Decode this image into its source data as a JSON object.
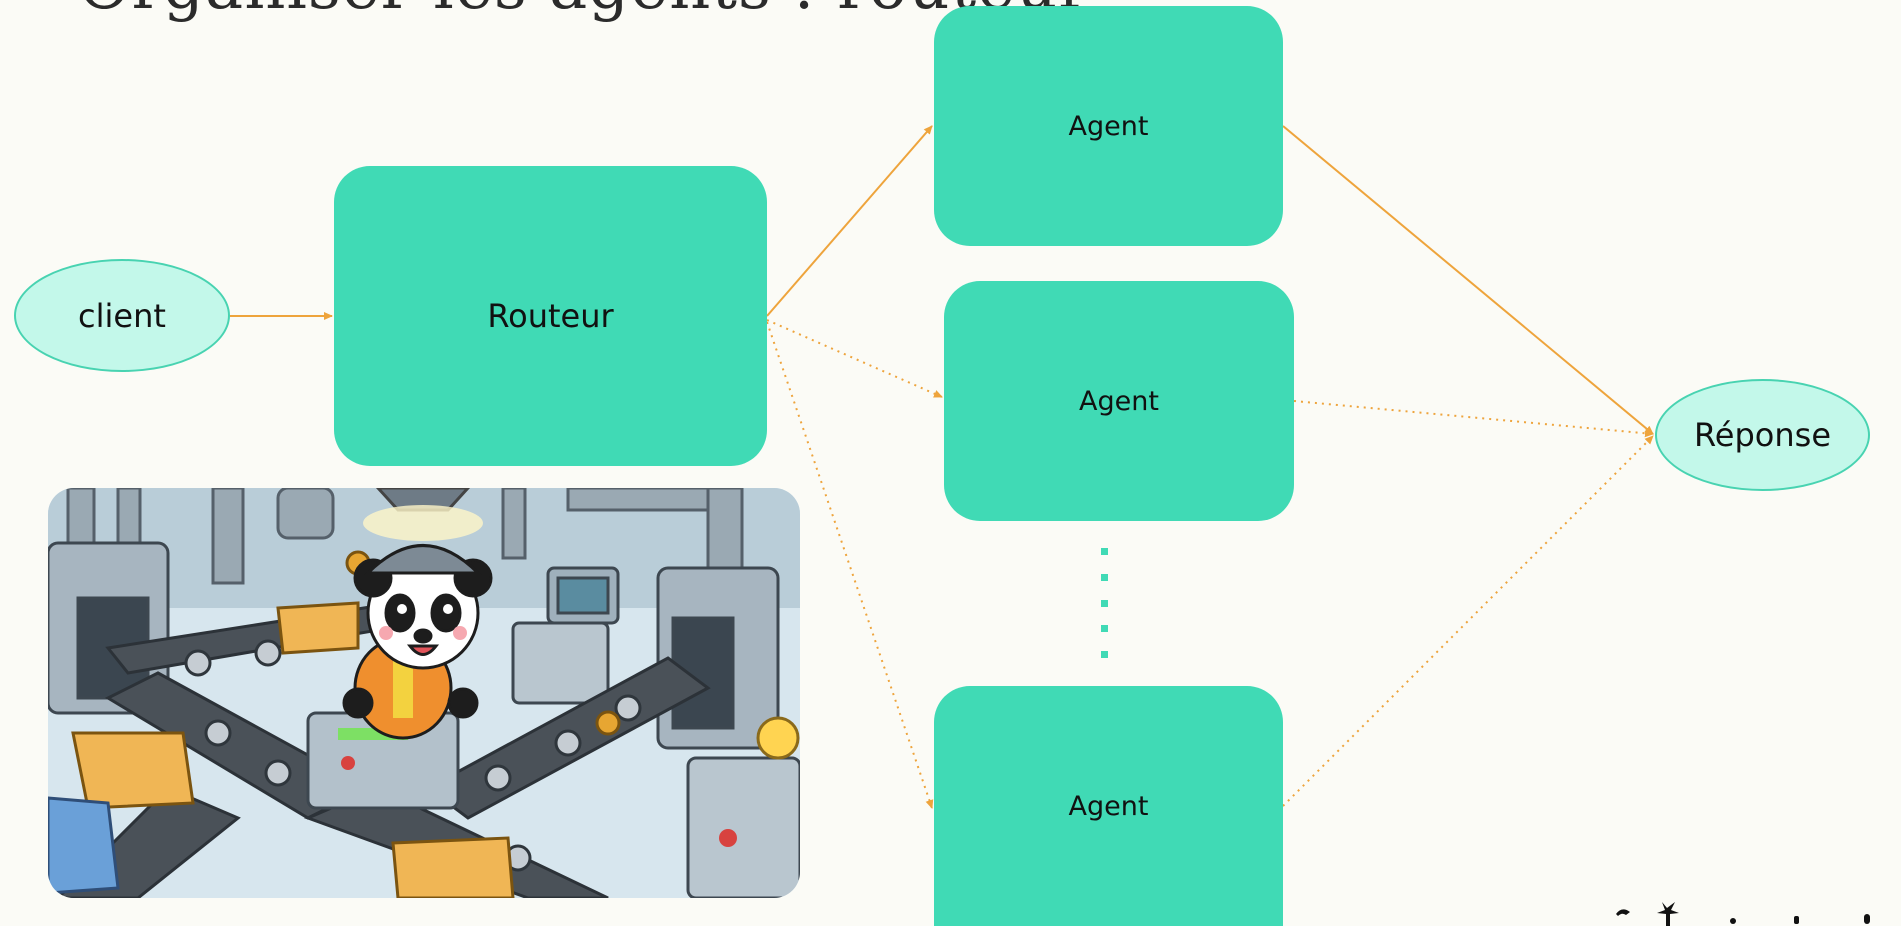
{
  "slide": {
    "title": "Organiser les agents : routeur"
  },
  "diagram": {
    "nodes": {
      "client": "client",
      "router": "Routeur",
      "agent_1": "Agent",
      "agent_2": "Agent",
      "agent_3": "Agent",
      "response": "Réponse"
    },
    "edges": [
      {
        "from": "client",
        "to": "router",
        "style": "solid"
      },
      {
        "from": "router",
        "to": "agent_1",
        "style": "solid"
      },
      {
        "from": "router",
        "to": "agent_2",
        "style": "dotted"
      },
      {
        "from": "router",
        "to": "agent_3",
        "style": "dotted"
      },
      {
        "from": "agent_1",
        "to": "response",
        "style": "solid"
      },
      {
        "from": "agent_2",
        "to": "response",
        "style": "dotted"
      },
      {
        "from": "agent_3",
        "to": "response",
        "style": "dotted"
      }
    ],
    "ellipsis": "⋮"
  },
  "colors": {
    "node_fill": "#40dab5",
    "ellipse_fill": "#c3f8ea",
    "ellipse_border": "#48d3b1",
    "edge": "#eea43c",
    "background": "#fbfbf6"
  },
  "illustration": {
    "subject": "panda operating a factory control panel with conveyor belts"
  }
}
